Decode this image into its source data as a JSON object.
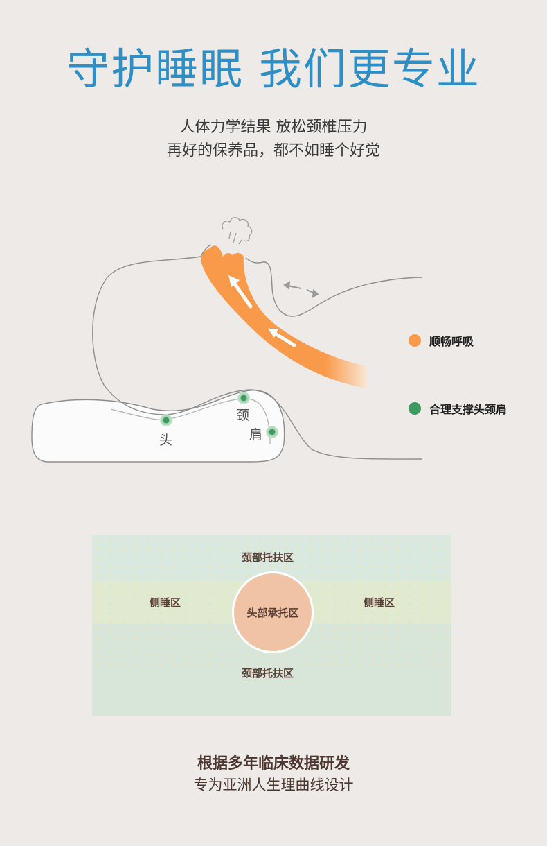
{
  "header": {
    "headline": "守护睡眠  我们更专业",
    "subline_1": "人体力学结果  放松颈椎压力",
    "subline_2": "再好的保养品，都不如睡个好觉"
  },
  "illustration": {
    "body_points": {
      "head": "头",
      "neck": "颈",
      "shoulder": "肩"
    },
    "legend": [
      {
        "label": "顺畅呼吸",
        "color": "#f99a4a",
        "icon": "orange-dot-icon"
      },
      {
        "label": "合理支撑头颈肩",
        "color": "#3f9a5f",
        "icon": "green-dot-icon"
      }
    ]
  },
  "pillow_zones": {
    "neck_top": "颈部托扶区",
    "side_left": "侧睡区",
    "head_center": "头部承托区",
    "side_right": "侧睡区",
    "neck_bottom": "颈部托扶区"
  },
  "footer": {
    "title": "根据多年临床数据研发",
    "subtitle": "专为亚洲人生理曲线设计"
  },
  "colors": {
    "background": "#edeae7",
    "headline": "#2e8ec6",
    "airway": "#f99a4a",
    "support_point": "#3f9a5f",
    "head_zone": "#f0c2a6",
    "zone_text": "#5a3f36"
  }
}
